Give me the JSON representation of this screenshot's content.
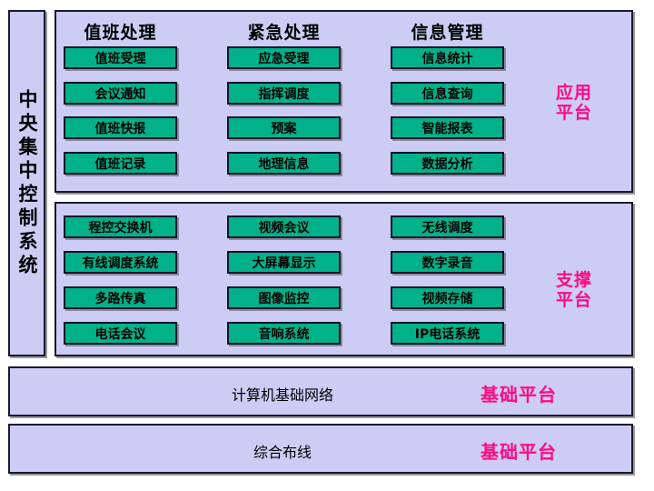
{
  "colors": {
    "panel_bg": "#ccccf4",
    "panel_border": "#1a1a2e",
    "button_bg": "#00b189",
    "button_border": "#14142a",
    "tag_pink": "#ff0a84",
    "page_bg": "#ffffff",
    "text": "#000000"
  },
  "sidebar": {
    "label": "中央集中控制系统"
  },
  "application_platform": {
    "tag": "应用\n平台",
    "tag_line1": "应用",
    "tag_line2": "平台",
    "columns": [
      {
        "title": "值班处理",
        "items": [
          "值班受理",
          "会议通知",
          "值班快报",
          "值班记录"
        ]
      },
      {
        "title": "紧急处理",
        "items": [
          "应急受理",
          "指挥调度",
          "预案",
          "地理信息"
        ]
      },
      {
        "title": "信息管理",
        "items": [
          "信息统计",
          "信息查询",
          "智能报表",
          "数据分析"
        ]
      }
    ]
  },
  "support_platform": {
    "tag_line1": "支撑",
    "tag_line2": "平台",
    "columns": [
      {
        "items": [
          "程控交换机",
          "有线调度系统",
          "多路传真",
          "电话会议"
        ]
      },
      {
        "items": [
          "视频会议",
          "大屏幕显示",
          "图像监控",
          "音响系统"
        ]
      },
      {
        "items": [
          "无线调度",
          "数字录音",
          "视频存储",
          "IP电话系统"
        ]
      }
    ]
  },
  "bottom_bars": [
    {
      "label": "计算机基础网络",
      "tag": "基础平台"
    },
    {
      "label": "综合布线",
      "tag": "基础平台"
    }
  ]
}
